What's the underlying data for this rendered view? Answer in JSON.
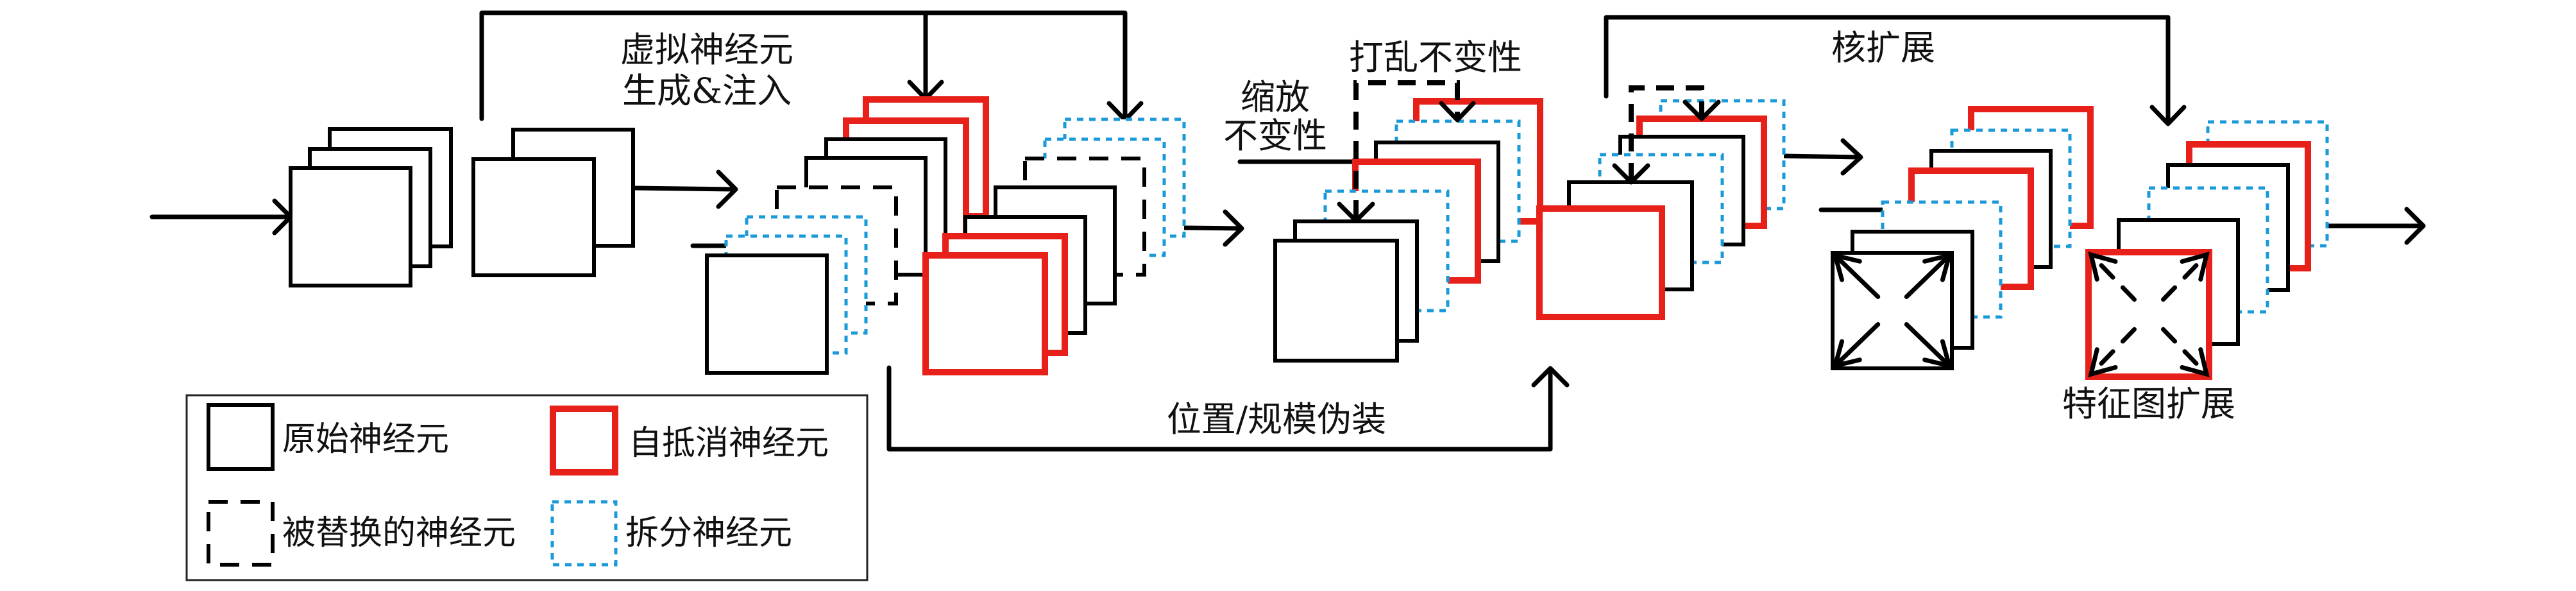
{
  "diagram": {
    "stages": [
      {
        "id": "input-maps",
        "maps": [
          "original",
          "original",
          "original"
        ]
      },
      {
        "id": "pruned-maps",
        "maps": [
          "original",
          "original"
        ]
      },
      {
        "id": "virtual-injected",
        "maps": [
          "original",
          "split",
          "split",
          "replaced",
          "original",
          "original",
          "self-cancel",
          "self-cancel"
        ]
      },
      {
        "id": "virtual-injected-2",
        "maps": [
          "self-cancel",
          "self-cancel",
          "original",
          "original",
          "replaced",
          "split",
          "split"
        ]
      },
      {
        "id": "scale-shuffle",
        "maps": [
          "original",
          "original",
          "split",
          "self-cancel",
          "original",
          "split",
          "self-cancel"
        ]
      },
      {
        "id": "disguised",
        "maps": [
          "self-cancel",
          "original",
          "split",
          "original",
          "self-cancel",
          "split"
        ]
      },
      {
        "id": "kernel-expanded",
        "maps": [
          "original",
          "original",
          "split",
          "self-cancel",
          "original",
          "split",
          "self-cancel"
        ],
        "front_overlay": "expand-arrows-solid"
      },
      {
        "id": "featuremap-expanded",
        "maps": [
          "self-cancel",
          "original",
          "split",
          "original",
          "self-cancel",
          "split"
        ],
        "front_overlay": "expand-arrows-dashed"
      }
    ],
    "labels": {
      "virtual_line1": "虚拟神经元",
      "virtual_line2": "生成&注入",
      "scale_line1": "缩放",
      "scale_line2": "不变性",
      "shuffle": "打乱不变性",
      "disguise": "位置/规模伪装",
      "kernel_expand": "核扩展",
      "featuremap_expand": "特征图扩展"
    },
    "colors": {
      "original": "#000000",
      "self_cancel": "#e8201a",
      "replaced": "#000000",
      "split": "#1a9ad8"
    }
  },
  "legend": {
    "items": [
      {
        "style": "original",
        "label": "原始神经元"
      },
      {
        "style": "self-cancel",
        "label": "自抵消神经元"
      },
      {
        "style": "replaced",
        "label": "被替换的神经元"
      },
      {
        "style": "split",
        "label": "拆分神经元"
      }
    ]
  }
}
